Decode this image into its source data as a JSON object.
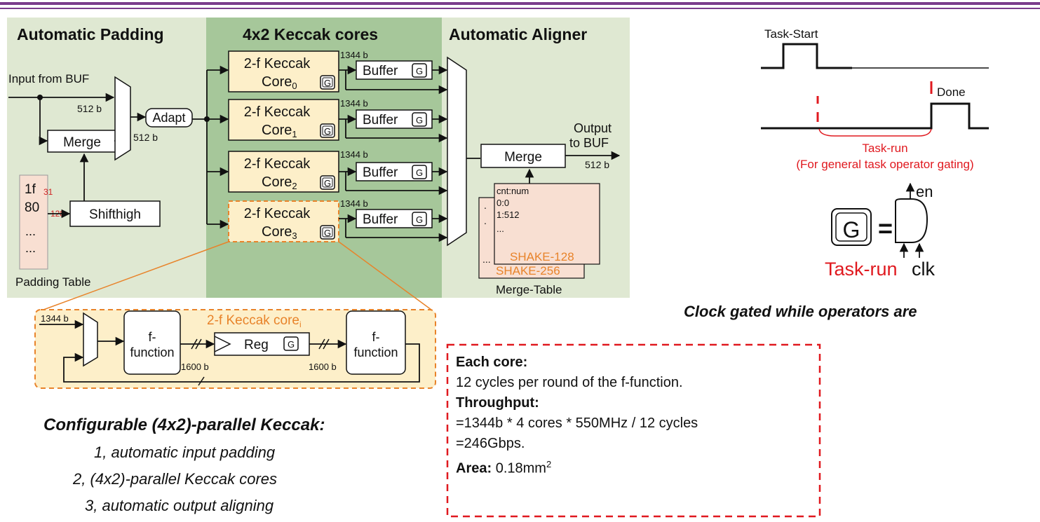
{
  "sections": {
    "padding": "Automatic Padding",
    "cores": "4x2 Keccak cores",
    "aligner": "Automatic Aligner"
  },
  "labels": {
    "input_from_buf": "Input from BUF",
    "w512": "512 b",
    "w1344": "1344 b",
    "w1600": "1600 b",
    "adapt": "Adapt",
    "merge": "Merge",
    "shifthigh": "Shifthigh",
    "output_line1": "Output",
    "output_line2": "to BUF",
    "padding_table": "Padding Table",
    "merge_table": "Merge-Table",
    "buffer": "Buffer",
    "gate": "G",
    "reg": "Reg",
    "f_function_1": "f-",
    "f_function_2": "function",
    "core_detail": "2-f Keccak core",
    "core_detail_sub": "i"
  },
  "padding_table": {
    "row1": "1f",
    "row1_note": "31",
    "row2": "80",
    "row2_note": "128",
    "row3": "...",
    "row4": "..."
  },
  "merge_table": {
    "rows": [
      "cnt:num",
      "0:0",
      "1:512",
      "..."
    ],
    "front_label": "SHAKE-128",
    "back_label": "SHAKE-256"
  },
  "cores": [
    {
      "line1": "2-f Keccak",
      "line2": "Core",
      "sub": "0"
    },
    {
      "line1": "2-f Keccak",
      "line2": "Core",
      "sub": "1"
    },
    {
      "line1": "2-f Keccak",
      "line2": "Core",
      "sub": "2"
    },
    {
      "line1": "2-f Keccak",
      "line2": "Core",
      "sub": "3"
    }
  ],
  "timing": {
    "task_start": "Task-Start",
    "done": "Done",
    "task_run": "Task-run",
    "task_run_note": "(For general task operator gating)",
    "en": "en",
    "equals": "=",
    "clk": "clk",
    "gate_task_run": "Task-run",
    "caption": "Clock gated while operators are"
  },
  "captions": {
    "title": "Configurable (4x2)-parallel Keccak:",
    "item1": "1, automatic input padding",
    "item2": "2, (4x2)-parallel Keccak cores",
    "item3": "3, automatic output aligning"
  },
  "info": {
    "core_head": "Each core:",
    "core_text": "12 cycles per round of the f-function.",
    "throughput_head": "Throughput:",
    "throughput_line1": "=1344b * 4 cores * 550MHz / 12 cycles",
    "throughput_line2": "=246Gbps.",
    "area_head": "Area:",
    "area_value": "0.18mm",
    "area_sup": "2"
  },
  "colors": {
    "top_bar": "#7a3c8c",
    "green_light": "#dfe8d2",
    "green_dark": "#a6c79a",
    "core_fill": "#fdefc9",
    "table_fill": "#f8dfd2",
    "accent_red": "#e0191f",
    "accent_orange": "#e8832a"
  }
}
